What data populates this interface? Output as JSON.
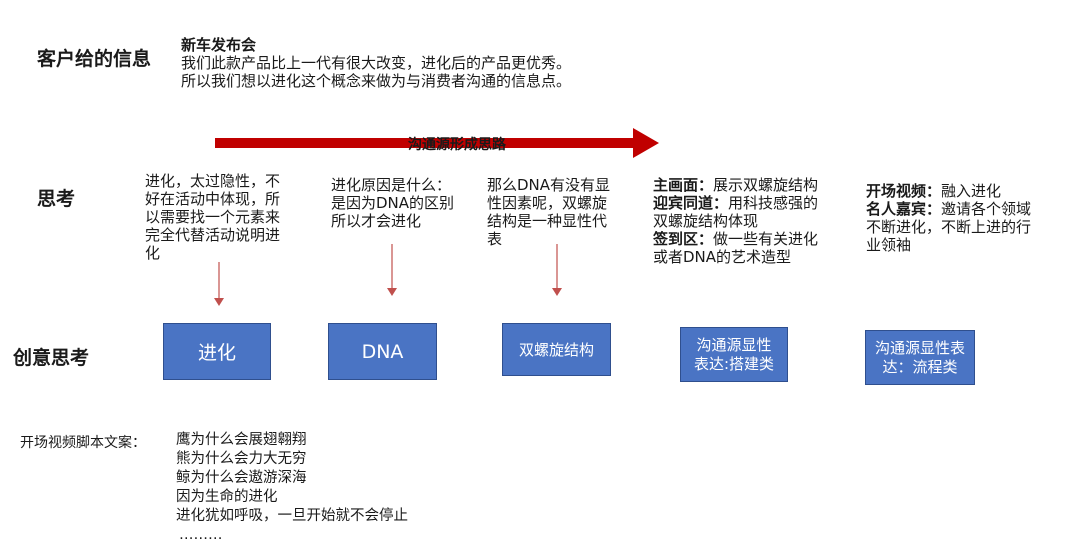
{
  "labels": {
    "client_info": "客户给的信息",
    "thinking": "思考",
    "creative_thinking": "创意思考"
  },
  "client": {
    "title": "新车发布会",
    "line1": "我们此款产品比上一代有很大改变，进化后的产品更优秀。",
    "line2": "所以我们想以进化这个概念来做为与消费者沟通的信息点。"
  },
  "arrow": {
    "label": "沟通源形成思路",
    "color": "#c00000"
  },
  "thoughts": [
    {
      "lines": [
        "进化，太过隐性，不",
        "好在活动中体现，所",
        "以需要找一个元素来",
        "完全代替活动说明进",
        "化"
      ]
    },
    {
      "lines": [
        "进化原因是什么：",
        "是因为DNA的区别",
        "所以才会进化"
      ]
    },
    {
      "lines": [
        "那么DNA有没有显",
        "性因素呢，双螺旋",
        "结构是一种显性代",
        "表"
      ]
    },
    {
      "items": [
        {
          "key": "主画面：",
          "text": "展示双螺旋结构"
        },
        {
          "key": "迎宾同道：",
          "text": "用科技感强的"
        },
        {
          "key": "",
          "text": "双螺旋结构体现"
        },
        {
          "key": "签到区：",
          "text": "做一些有关进化"
        },
        {
          "key": "",
          "text": "或者DNA的艺术造型"
        }
      ]
    },
    {
      "items": [
        {
          "key": "开场视频：",
          "text": "融入进化"
        },
        {
          "key": "名人嘉宾：",
          "text": "邀请各个领域"
        },
        {
          "key": "",
          "text": "不断进化，不断上进的行"
        },
        {
          "key": "",
          "text": "业领袖"
        }
      ]
    }
  ],
  "boxes": {
    "b1": "进化",
    "b2": "DNA",
    "b3": "双螺旋结构",
    "b4": {
      "l1": "沟通源显性",
      "l2": "表达:搭建类"
    },
    "b5": {
      "l1": "沟通源显性表",
      "l2": "达：流程类"
    },
    "color": "#4a74c4"
  },
  "script": {
    "label": "开场视频脚本文案：",
    "lines": [
      "鹰为什么会展翅翱翔",
      "熊为什么会力大无穷",
      "鲸为什么会遨游深海",
      "因为生命的进化",
      "进化犹如呼吸，一旦开始就不会停止",
      "………"
    ]
  }
}
